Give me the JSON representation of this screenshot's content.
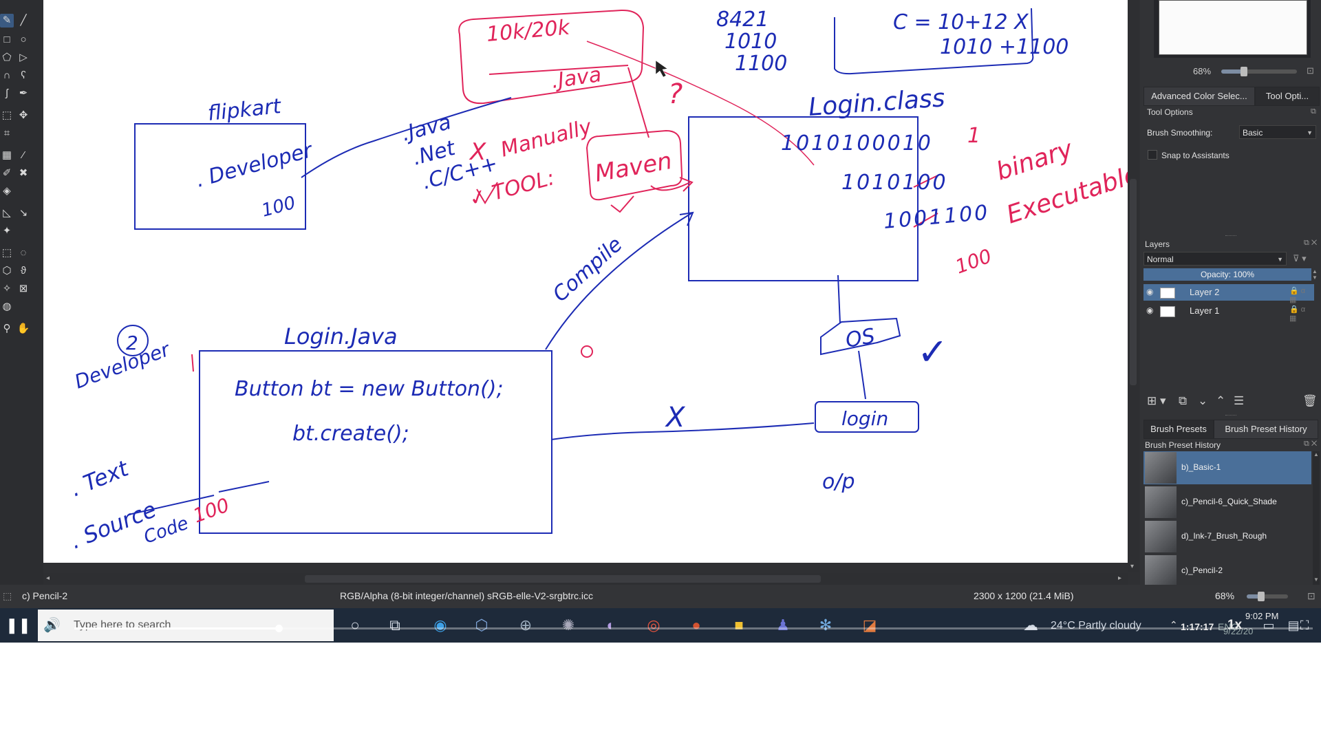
{
  "canvas": {
    "ink_colors": {
      "blue": "#1c2bb4",
      "red": "#e0245a"
    },
    "texts": {
      "flipkart": "flipkart",
      "developer_box_line1": ". Developer",
      "developer_box_line2": "100",
      "languages_line1": ".Java",
      "languages_line2": ".Net",
      "languages_line3": ".C/C++",
      "cross_mark": "X",
      "manually": "Manually",
      "tool_label": "✓ TOOL:",
      "maven": "Maven",
      "salary": "10k/20k",
      "java_red": ".Java",
      "bcd_line1": "8421",
      "bcd_line2": "1010",
      "bcd_line3": "1100",
      "formula_line1": "C = 10+12 X",
      "formula_line2": "1010 +1100",
      "login_class": "Login.class",
      "binary_line1": "1010100010",
      "binary_line2": "1010100",
      "binary_line3": "1001100",
      "binary_label": "binary",
      "executable_label": "Executable",
      "red_100": "100",
      "red_1": "1",
      "compile": "Compile",
      "login_java": "Login.Java",
      "code_line1": "Button bt = new Button();",
      "code_line2": "bt.create();",
      "two_circled": "2",
      "developer_side": "Developer",
      "text_bullet": ". Text",
      "source_bullet": ". Source",
      "code_label": "Code",
      "red_100_b": "100",
      "os": "OS",
      "login_box": "login",
      "output": "o/p",
      "small_x": "X",
      "checkmark": "✓",
      "question": "?"
    }
  },
  "dock": {
    "overview_zoom": "68%",
    "overview_zoom_fraction": 0.3,
    "tabs1": [
      "Advanced Color Selec...",
      "Tool Opti..."
    ],
    "tool_options_title": "Tool Options",
    "brush_smoothing_label": "Brush Smoothing:",
    "brush_smoothing_value": "Basic",
    "snap_label": "Snap to Assistants",
    "layers_title": "Layers",
    "blend_mode": "Normal",
    "opacity": "Opacity:  100%",
    "layers": [
      {
        "name": "Layer 2",
        "selected": true
      },
      {
        "name": "Layer 1",
        "selected": false
      }
    ],
    "tabs2": [
      "Brush Presets",
      "Brush Preset History"
    ],
    "history_title": "Brush Preset History",
    "presets": [
      {
        "name": "b)_Basic-1",
        "selected": true
      },
      {
        "name": "c)_Pencil-6_Quick_Shade",
        "selected": false
      },
      {
        "name": "d)_Ink-7_Brush_Rough",
        "selected": false
      },
      {
        "name": "c)_Pencil-2",
        "selected": false
      }
    ]
  },
  "status": {
    "brush": "c) Pencil-2",
    "color_space": "RGB/Alpha (8-bit integer/channel)  sRGB-elle-V2-srgbtrc.icc",
    "dimensions": "2300 x 1200 (21.4 MiB)",
    "zoom": "68%",
    "zoom_fraction": 0.35
  },
  "taskbar": {
    "search_placeholder": "Type here to search",
    "weather": "24°C  Partly cloudy",
    "video_time": "1:17:17",
    "lang": "ENG",
    "speed": "1x",
    "clock_time": "9:02 PM",
    "clock_date": "9/22/20",
    "playback_fraction": 0.165
  }
}
